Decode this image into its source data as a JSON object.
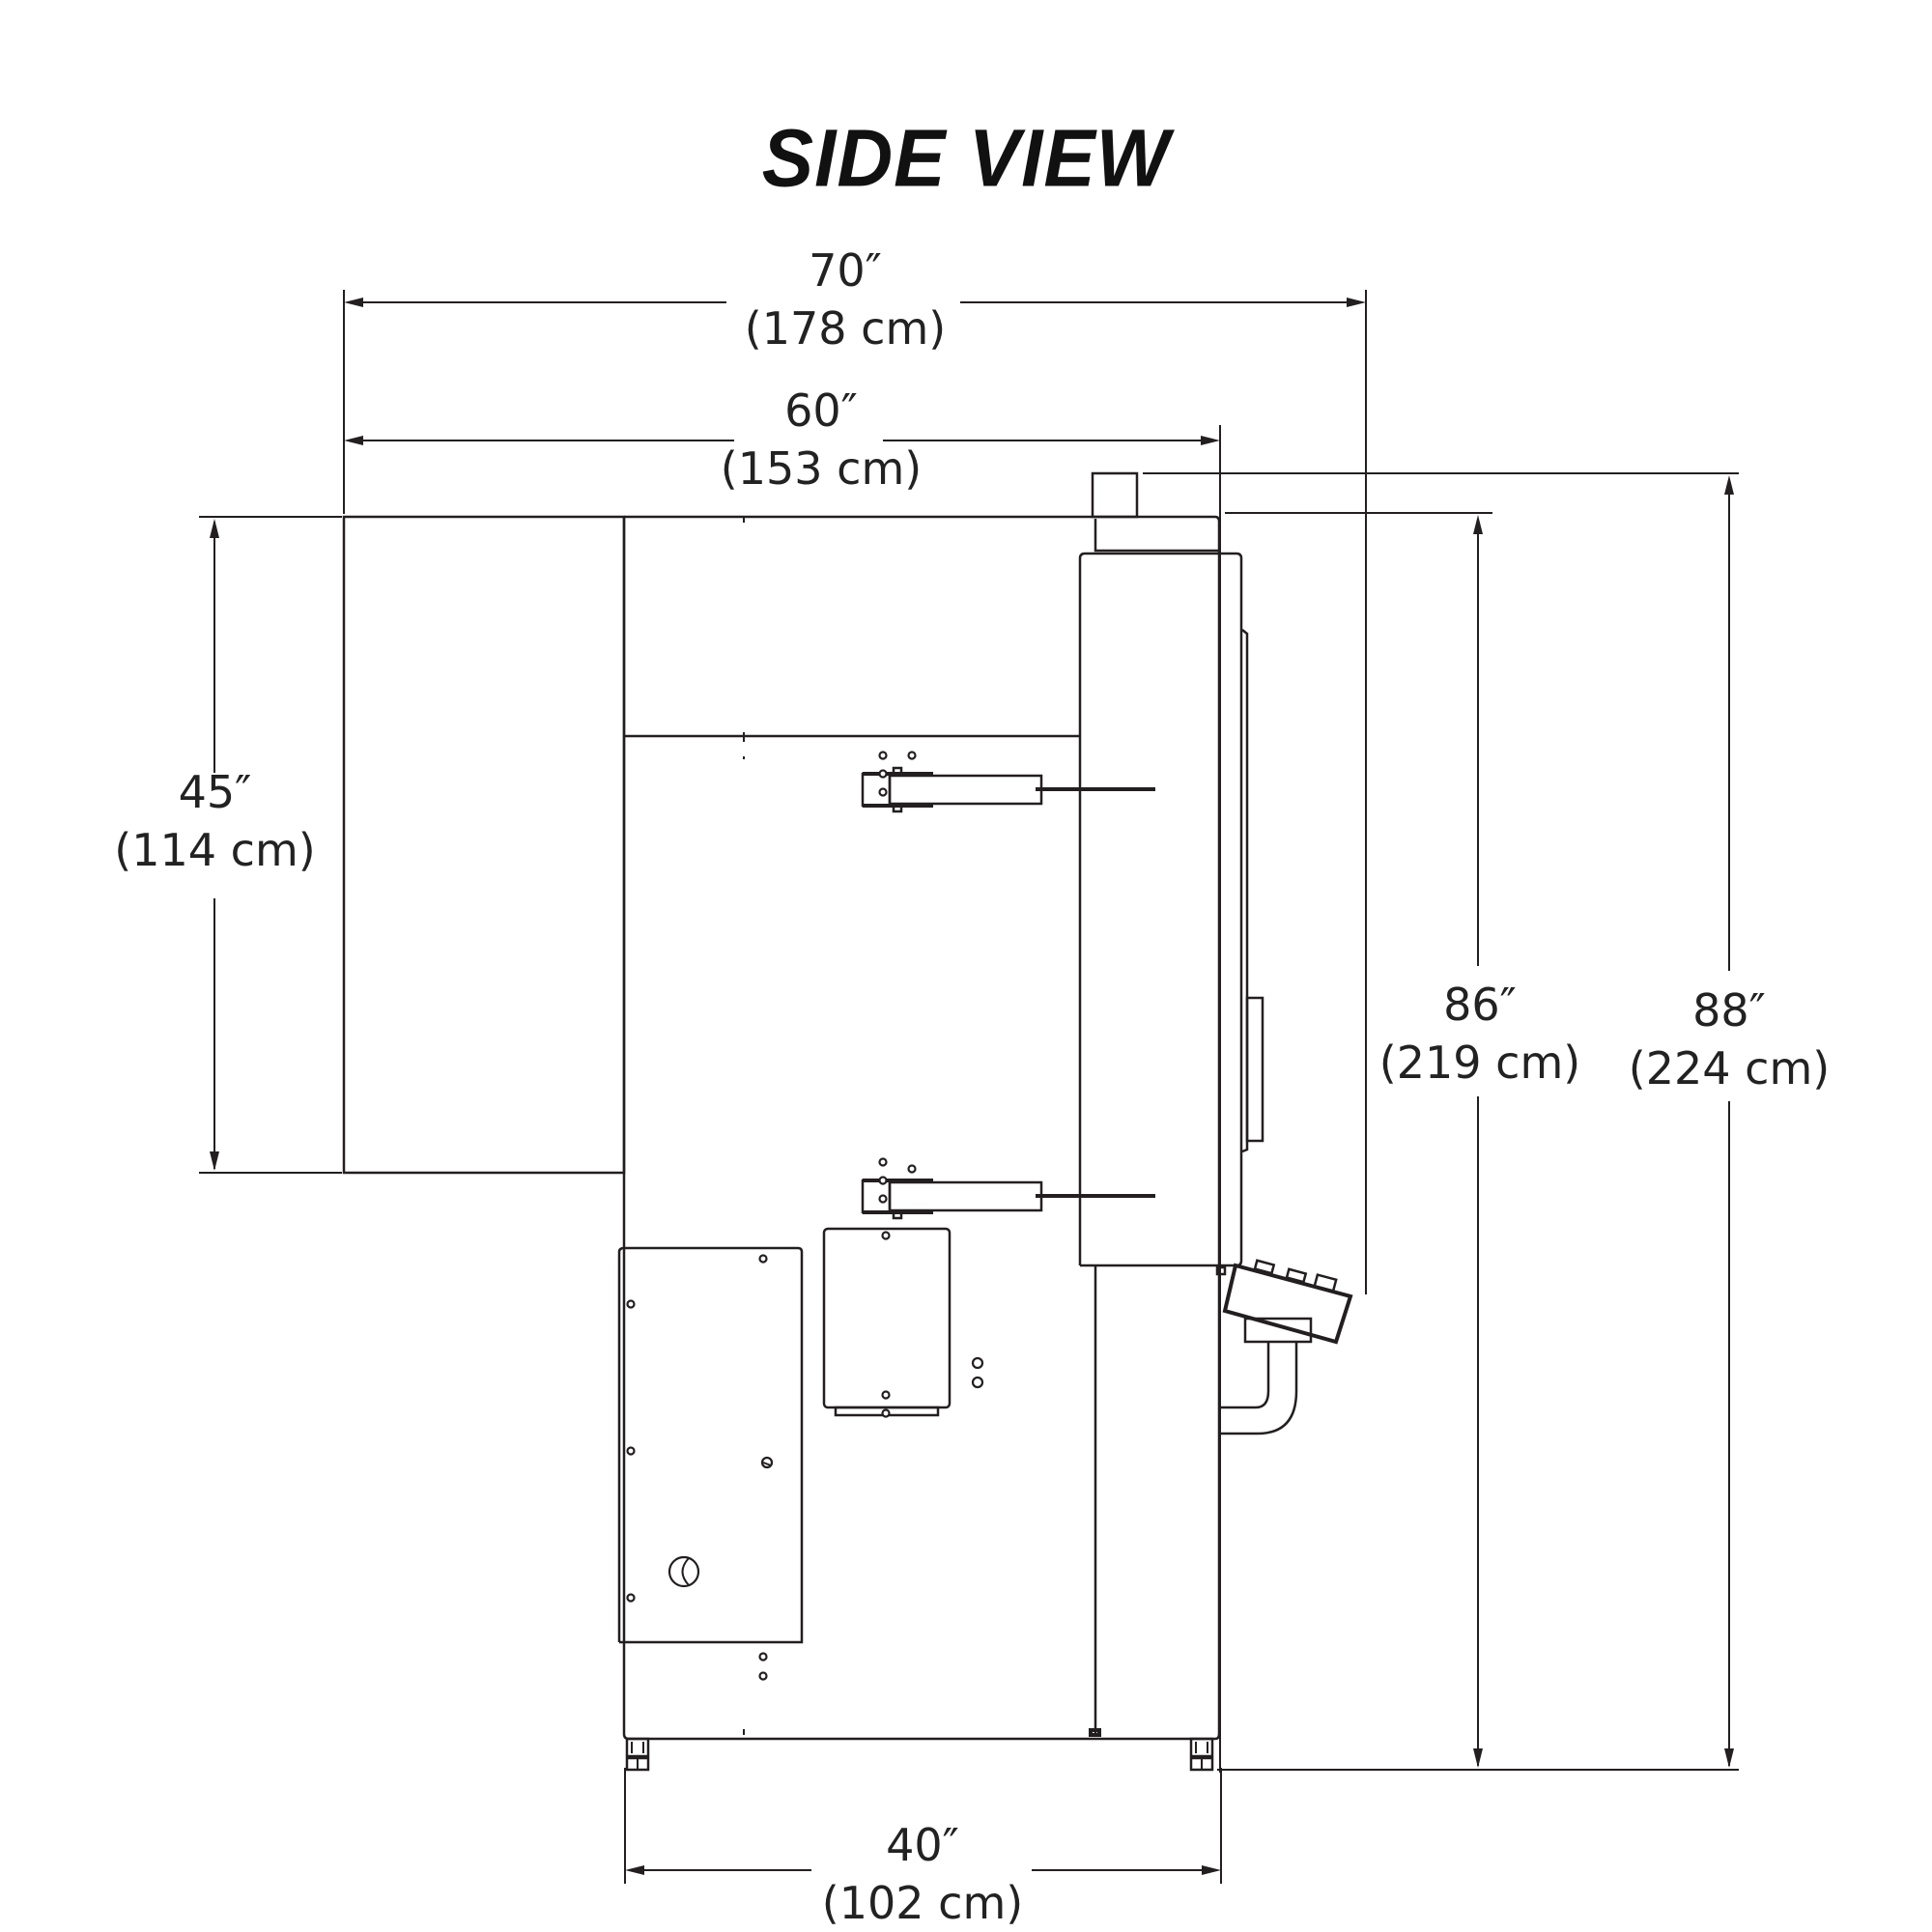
{
  "title": "SIDE VIEW",
  "colors": {
    "line": "#231f20",
    "background": "#ffffff"
  },
  "dimensions": {
    "overall_depth": {
      "imperial": "70″",
      "metric": "(178 cm)"
    },
    "cabinet_depth": {
      "imperial": "60″",
      "metric": "(153 cm)"
    },
    "upper_section_height": {
      "imperial": "45″",
      "metric": "(114 cm)"
    },
    "body_height": {
      "imperial": "86″",
      "metric": "(219 cm)"
    },
    "overall_height": {
      "imperial": "88″",
      "metric": "(224 cm)"
    },
    "base_width": {
      "imperial": "40″",
      "metric": "(102 cm)"
    }
  }
}
